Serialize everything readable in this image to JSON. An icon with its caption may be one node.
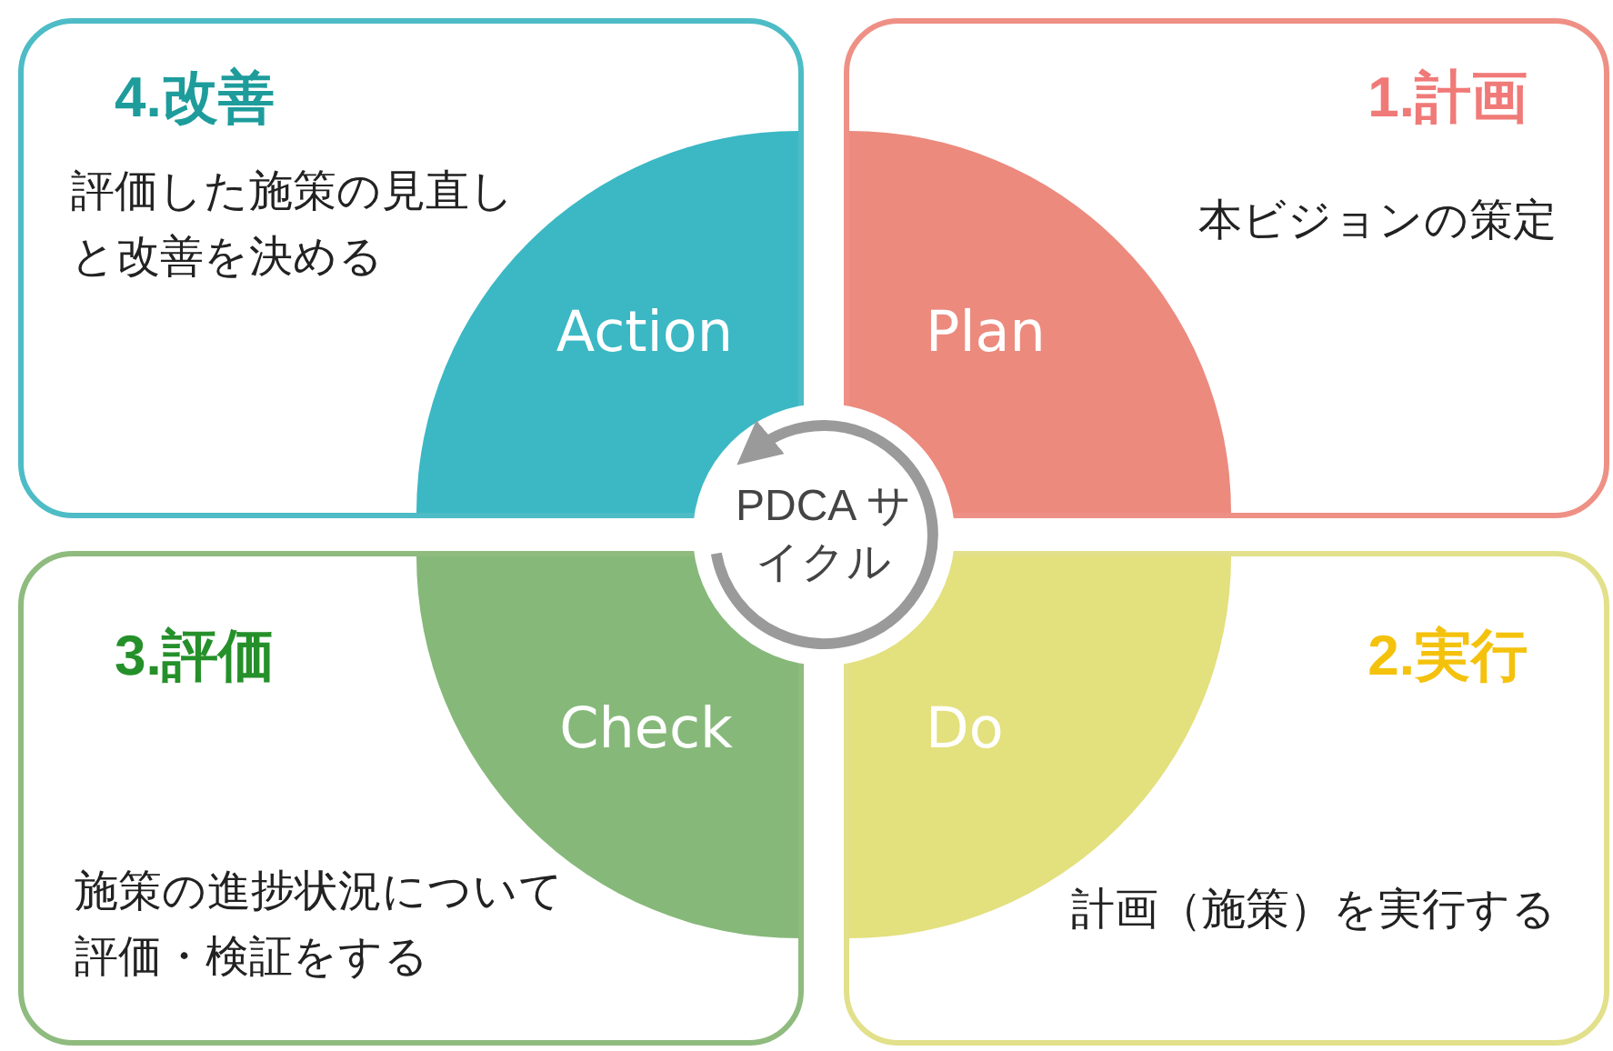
{
  "diagram": {
    "nodes": [
      {
        "text": [
          "4.改善",
          "評価した施策の見直しと改善を決める"
        ]
      },
      {
        "text": [
          "Action"
        ],
        "in": 0
      },
      {
        "text": [
          "1.計画",
          "本ビジョンの策定"
        ]
      },
      {
        "text": [
          "Plan"
        ],
        "in": 2
      },
      {
        "text": [
          "3.評価",
          "施策の進捗状況について評価・検証をする"
        ]
      },
      {
        "text": [
          "Check"
        ],
        "in": 4
      },
      {
        "text": [
          "2.実行",
          "計画（施策）を実行する"
        ]
      },
      {
        "text": [
          "Do"
        ],
        "in": 6
      },
      {
        "text": [
          "PDCA サイクル"
        ]
      }
    ],
    "edges": []
  }
}
